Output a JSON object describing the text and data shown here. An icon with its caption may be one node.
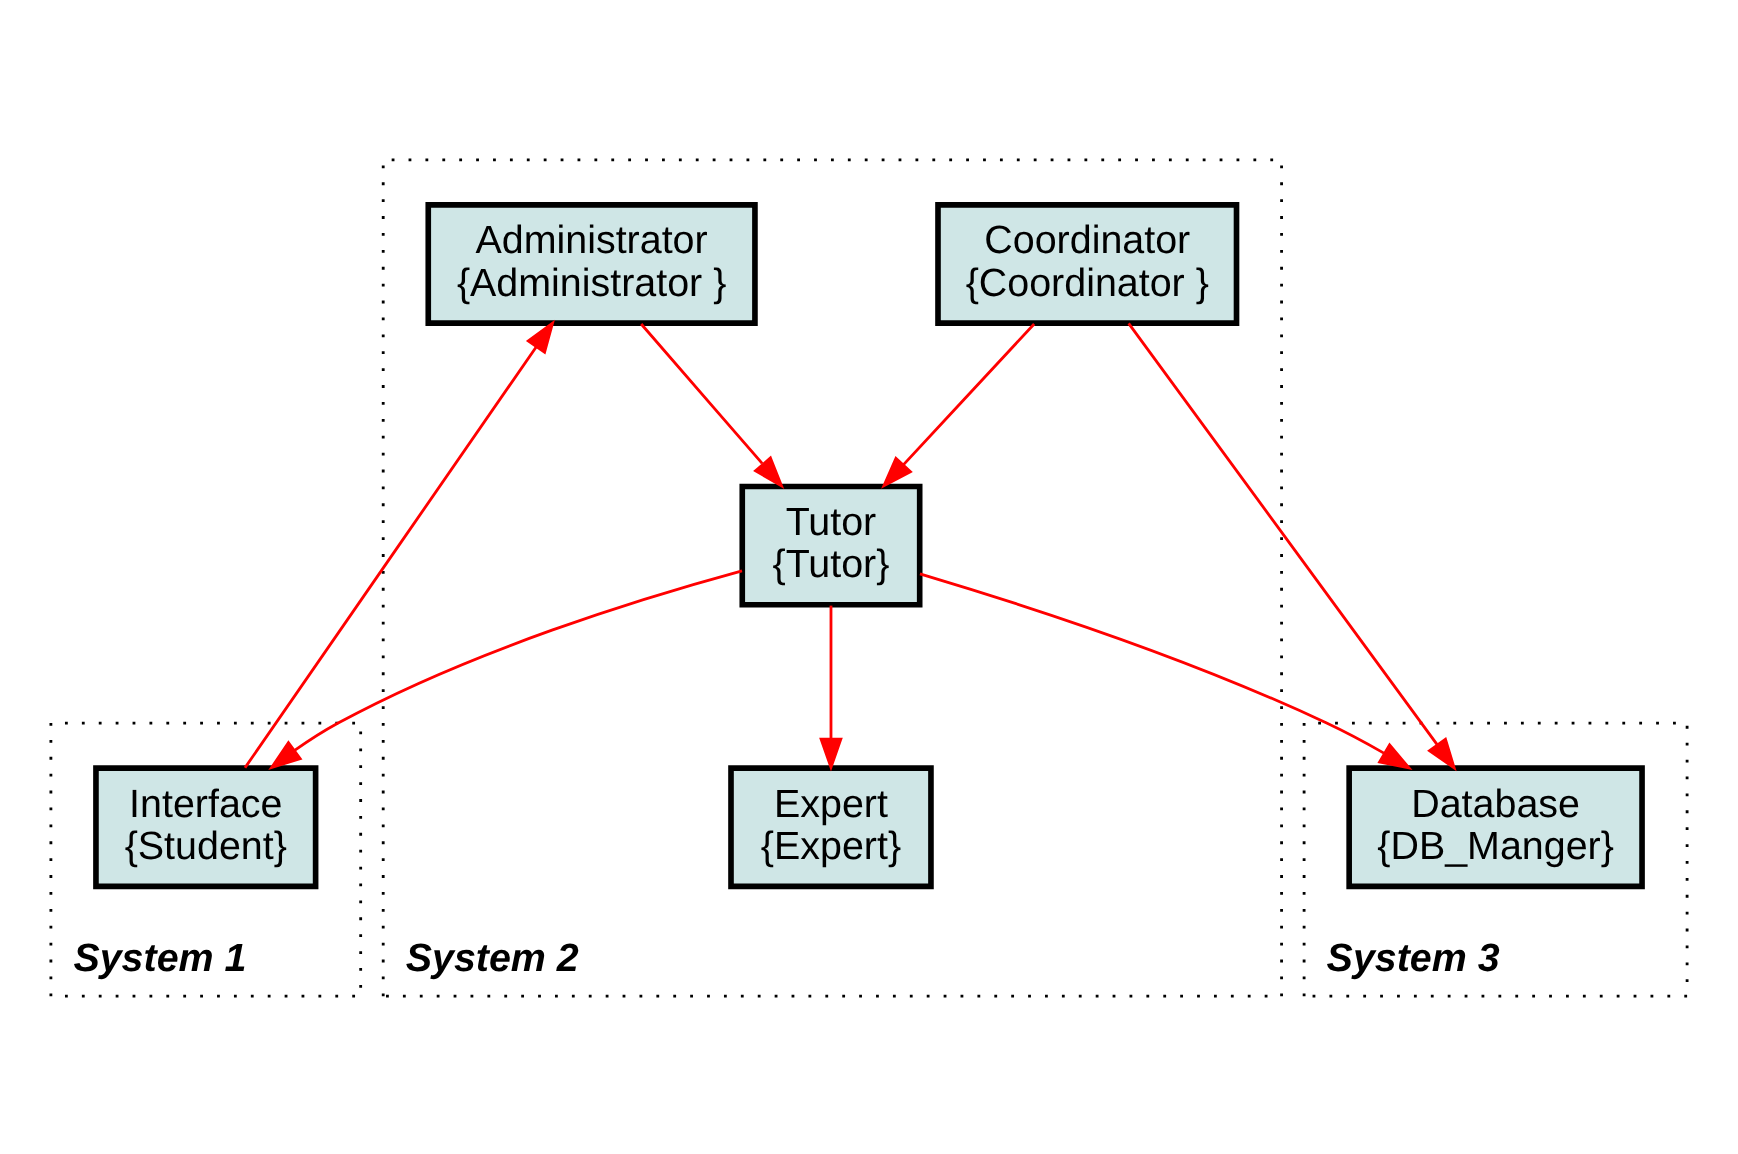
{
  "diagram": {
    "nodes": [
      {
        "text": [
          "System 1"
        ]
      },
      {
        "text": [
          "Interface",
          "{Student}"
        ],
        "in": 0
      },
      {
        "text": [
          "System 2"
        ]
      },
      {
        "text": [
          "Tutor",
          "{Tutor}"
        ],
        "in": 2
      },
      {
        "text": [
          "Administrator",
          "{Administrator }"
        ],
        "in": 2
      },
      {
        "text": [
          "Expert",
          "{Expert}"
        ],
        "in": 2
      },
      {
        "text": [
          "Coordinator",
          "{Coordinator }"
        ],
        "in": 2
      },
      {
        "text": [
          "System 3"
        ]
      },
      {
        "text": [
          "Database",
          "{DB_Manger}"
        ],
        "in": 7
      }
    ],
    "edges": [
      {
        "from": 3,
        "to": 1,
        "arrow": "to"
      },
      {
        "from": 1,
        "to": 4,
        "arrow": "to"
      },
      {
        "from": 4,
        "to": 3,
        "arrow": "to"
      },
      {
        "from": 3,
        "to": 8,
        "arrow": "to"
      },
      {
        "from": 3,
        "to": 5,
        "arrow": "to"
      },
      {
        "from": 6,
        "to": 3,
        "arrow": "to"
      },
      {
        "from": 6,
        "to": 8,
        "arrow": "to"
      }
    ]
  }
}
